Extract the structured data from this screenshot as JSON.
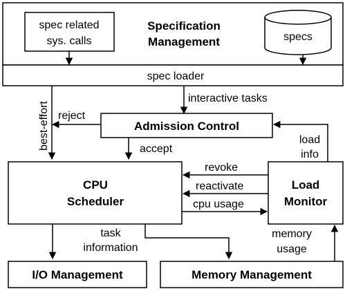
{
  "diagram": {
    "spec_management": {
      "title_line1": "Specification",
      "title_line2": "Management",
      "syscalls_line1": "spec related",
      "syscalls_line2": "sys. calls",
      "specs": "specs"
    },
    "spec_loader": "spec loader",
    "edges": {
      "interactive_tasks": "interactive tasks",
      "reject": "reject",
      "best_effort": "best-effort",
      "accept": "accept",
      "load_info_line1": "load",
      "load_info_line2": "info",
      "revoke": "revoke",
      "reactivate": "reactivate",
      "cpu_usage": "cpu usage",
      "task_info_line1": "task",
      "task_info_line2": "information",
      "memory_usage_line1": "memory",
      "memory_usage_line2": "usage"
    },
    "admission_control": "Admission Control",
    "cpu_scheduler": {
      "line1": "CPU",
      "line2": "Scheduler"
    },
    "load_monitor": {
      "line1": "Load",
      "line2": "Monitor"
    },
    "io_management": "I/O Management",
    "memory_management": "Memory Management"
  }
}
